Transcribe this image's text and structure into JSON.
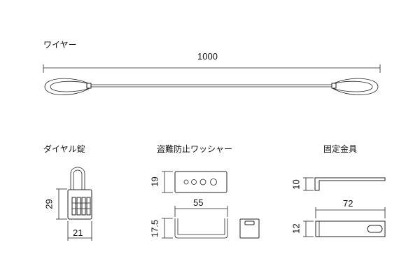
{
  "items": {
    "wire": {
      "title": "ワイヤー",
      "length": "1000"
    },
    "lock": {
      "title": "ダイヤル錠",
      "height": "29",
      "width": "21"
    },
    "washer": {
      "title": "盗難防止ワッシャー",
      "height_a": "19",
      "width": "55",
      "height_b": "17.5"
    },
    "bracket": {
      "title": "固定金具",
      "height_a": "10",
      "width": "72",
      "height_b": "12"
    }
  },
  "colors": {
    "line": "#222222",
    "fill": "#ffffff"
  }
}
